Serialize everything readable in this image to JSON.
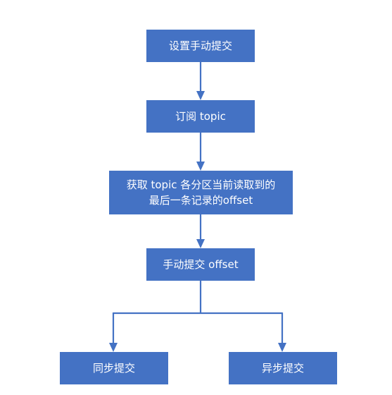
{
  "nodes": {
    "set_manual_commit": "设置手动提交",
    "subscribe_topic": "订阅 topic",
    "get_offsets_line1": "获取 topic 各分区当前读取到的",
    "get_offsets_line2": "最后一条记录的offset",
    "manual_commit_offset": "手动提交 offset",
    "sync_commit": "同步提交",
    "async_commit": "异步提交"
  },
  "colors": {
    "box_fill": "#4472C4",
    "box_text": "#FFFFFF",
    "connector": "#4472C4"
  }
}
